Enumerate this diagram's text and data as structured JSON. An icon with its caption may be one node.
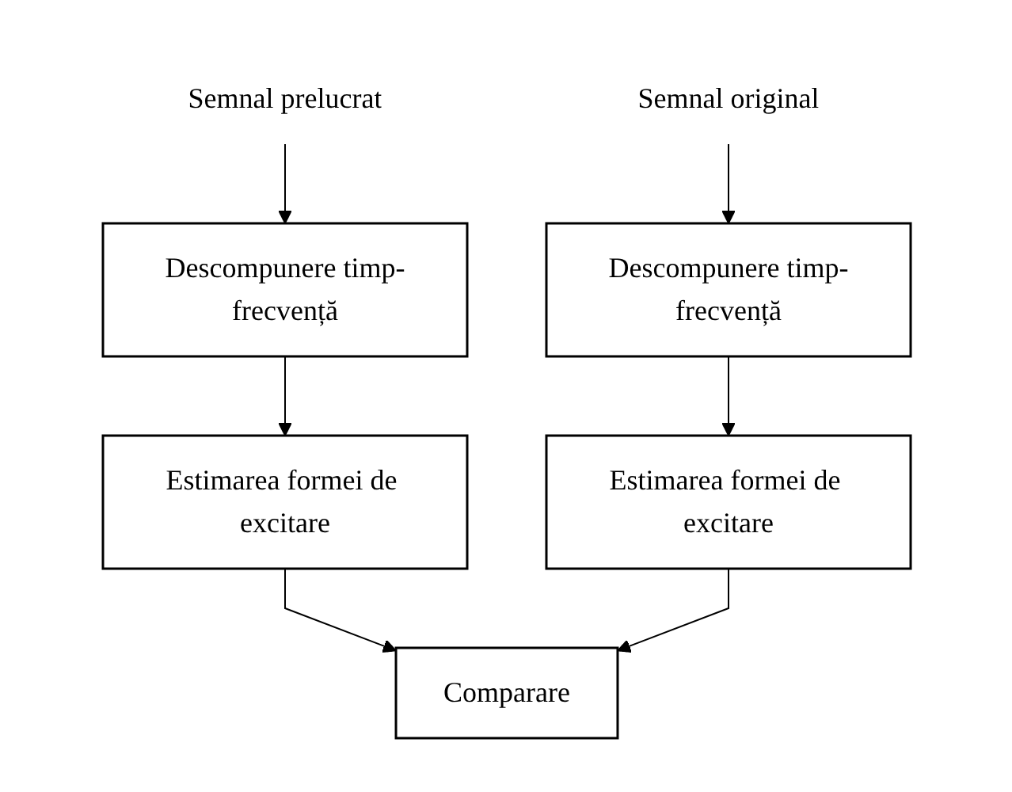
{
  "diagram": {
    "nodes": [
      {
        "text": [
          "Semnal prelucrat"
        ]
      },
      {
        "text": [
          "Semnal original"
        ]
      },
      {
        "text": [
          "Descompunere timp-frecvență"
        ]
      },
      {
        "text": [
          "Descompunere timp-frecvență"
        ]
      },
      {
        "text": [
          "Estimarea formei de excitare"
        ]
      },
      {
        "text": [
          "Estimarea formei de excitare"
        ]
      },
      {
        "text": [
          "Comparare"
        ]
      }
    ],
    "edges": [
      {
        "from": 0,
        "to": 2,
        "arrow": "to"
      },
      {
        "from": 2,
        "to": 4,
        "arrow": "to"
      },
      {
        "from": 4,
        "to": 6,
        "arrow": "to"
      },
      {
        "from": 1,
        "to": 3,
        "arrow": "to"
      },
      {
        "from": 3,
        "to": 5,
        "arrow": "to"
      },
      {
        "from": 5,
        "to": 6,
        "arrow": "to"
      }
    ]
  }
}
